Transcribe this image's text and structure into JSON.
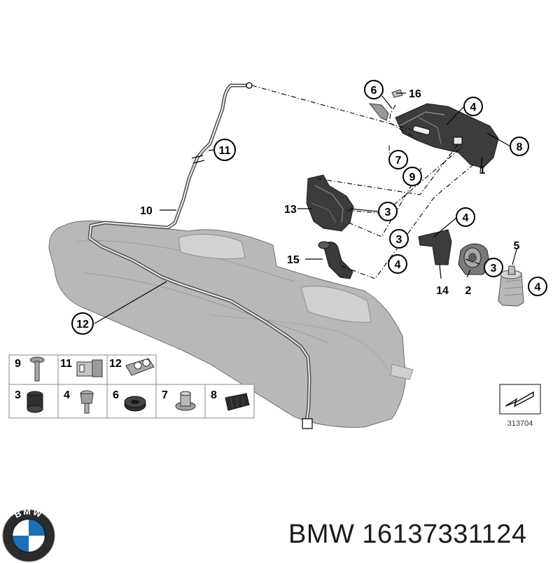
{
  "callouts": {
    "c1": "1",
    "c2": "2",
    "c3a": "3",
    "c3b": "3",
    "c3c": "3",
    "c4a": "4",
    "c4b": "4",
    "c4c": "4",
    "c4d": "4",
    "c5": "5",
    "c6": "6",
    "c7": "7",
    "c8": "8",
    "c9": "9",
    "c10": "10",
    "c11": "11",
    "c12": "12",
    "c13": "13",
    "c14": "14",
    "c15": "15",
    "c16": "16"
  },
  "legend_grid": {
    "row1": [
      "9",
      "11",
      "12"
    ],
    "row2": [
      "3",
      "4",
      "6",
      "7",
      "8"
    ]
  },
  "diagram_number": "313704",
  "brand": "BMW",
  "part_number": "16137331124",
  "caption": "BMW 16137331124",
  "logo_letters": "BMW",
  "colors": {
    "logo_blue": "#1c6fb8",
    "logo_ring": "#111111",
    "part_dark": "#3c3c3e",
    "tank_grey": "#c9c9c9"
  }
}
